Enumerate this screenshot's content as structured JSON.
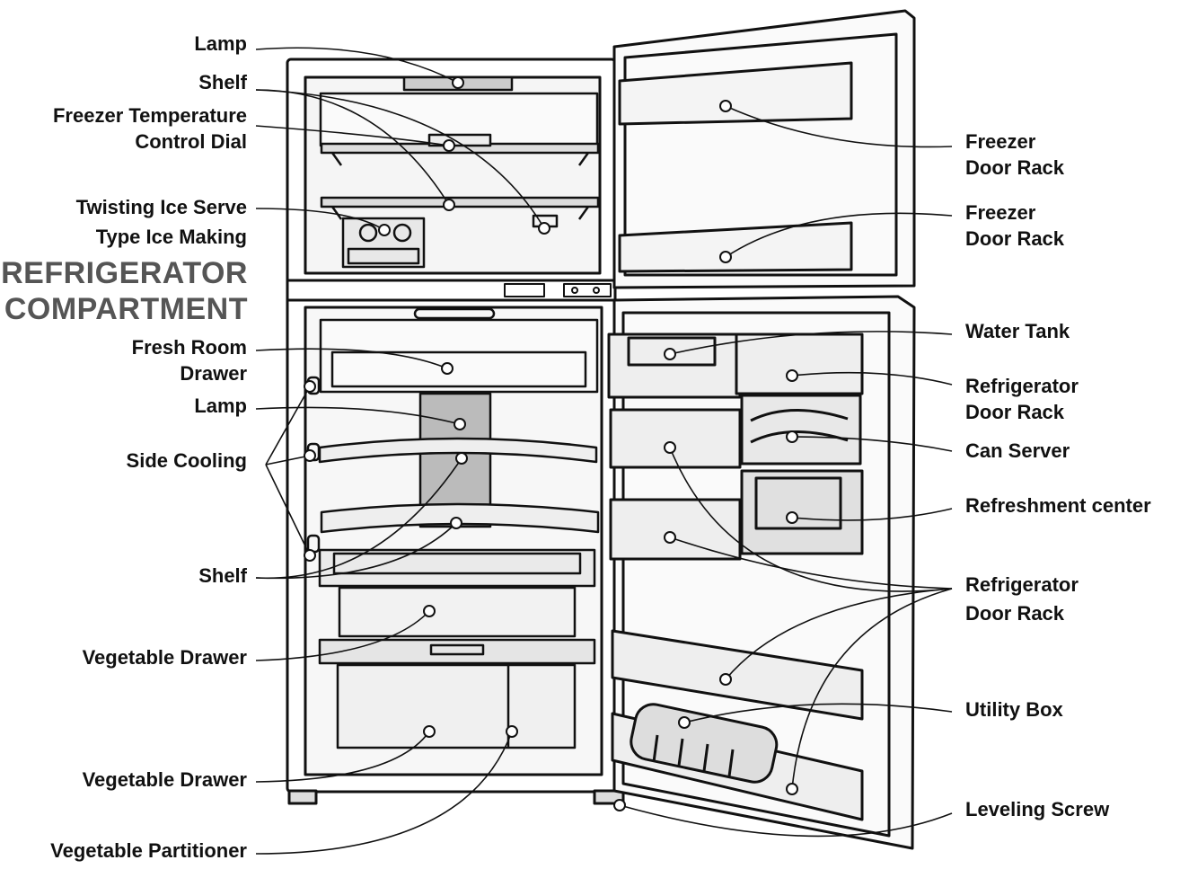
{
  "heading": [
    "REFRIGERATOR",
    "COMPARTMENT"
  ],
  "labels_left": {
    "lamp_top": [
      "Lamp"
    ],
    "shelf_top": [
      "Shelf"
    ],
    "freezer_dial": [
      "Freezer Temperature",
      "Control Dial"
    ],
    "ice_making": [
      "Twisting Ice Serve",
      "Type Ice Making"
    ],
    "fresh_room": [
      "Fresh Room",
      "Drawer"
    ],
    "lamp_mid": [
      "Lamp"
    ],
    "side_cooling": [
      "Side Cooling"
    ],
    "shelf_mid": [
      "Shelf"
    ],
    "veg_drawer_1": [
      "Vegetable Drawer"
    ],
    "veg_drawer_2": [
      "Vegetable Drawer"
    ],
    "veg_partitioner": [
      "Vegetable Partitioner"
    ]
  },
  "labels_right": {
    "freezer_rack_1": [
      "Freezer",
      "Door Rack"
    ],
    "freezer_rack_2": [
      "Freezer",
      "Door Rack"
    ],
    "water_tank": [
      "Water Tank"
    ],
    "fridge_rack_1": [
      "Refrigerator",
      "Door Rack"
    ],
    "can_server": [
      "Can Server"
    ],
    "refreshment": [
      "Refreshment center"
    ],
    "fridge_rack_2": [
      "Refrigerator",
      "Door Rack"
    ],
    "utility_box": [
      "Utility Box"
    ],
    "leveling_screw": [
      "Leveling Screw"
    ]
  }
}
